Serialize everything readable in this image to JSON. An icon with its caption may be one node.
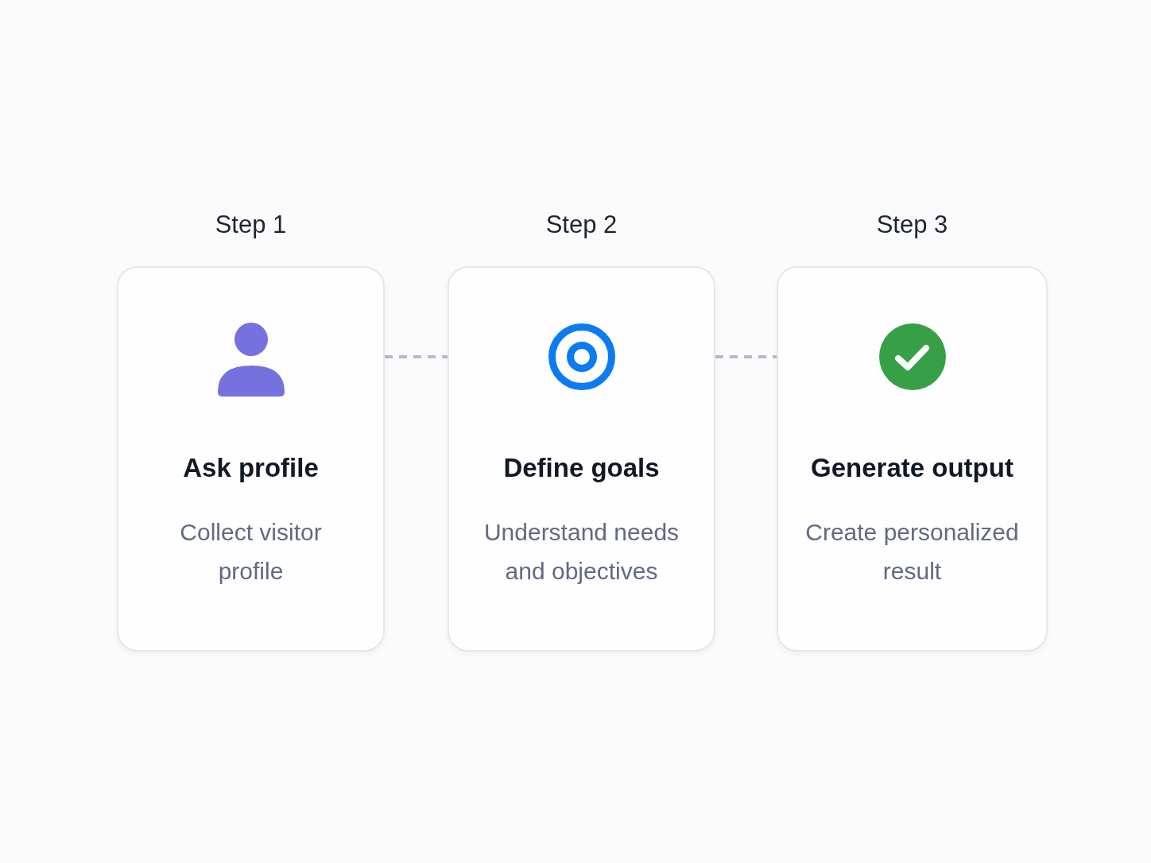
{
  "diagram": {
    "nodes": [
      {
        "text": [
          "Ask profile",
          "Collect visitor profile"
        ],
        "beside": [
          "Step 1"
        ]
      },
      {
        "text": [
          "Define goals",
          "Understand needs and objectives"
        ],
        "beside": [
          "Step 2"
        ]
      },
      {
        "text": [
          "Generate output",
          "Create personalized result"
        ],
        "beside": [
          "Step 3"
        ]
      }
    ],
    "edges": [
      {
        "from": 0,
        "to": 1,
        "arrow": "none",
        "style": "dashed"
      },
      {
        "from": 1,
        "to": 2,
        "arrow": "none",
        "style": "dashed"
      }
    ]
  }
}
